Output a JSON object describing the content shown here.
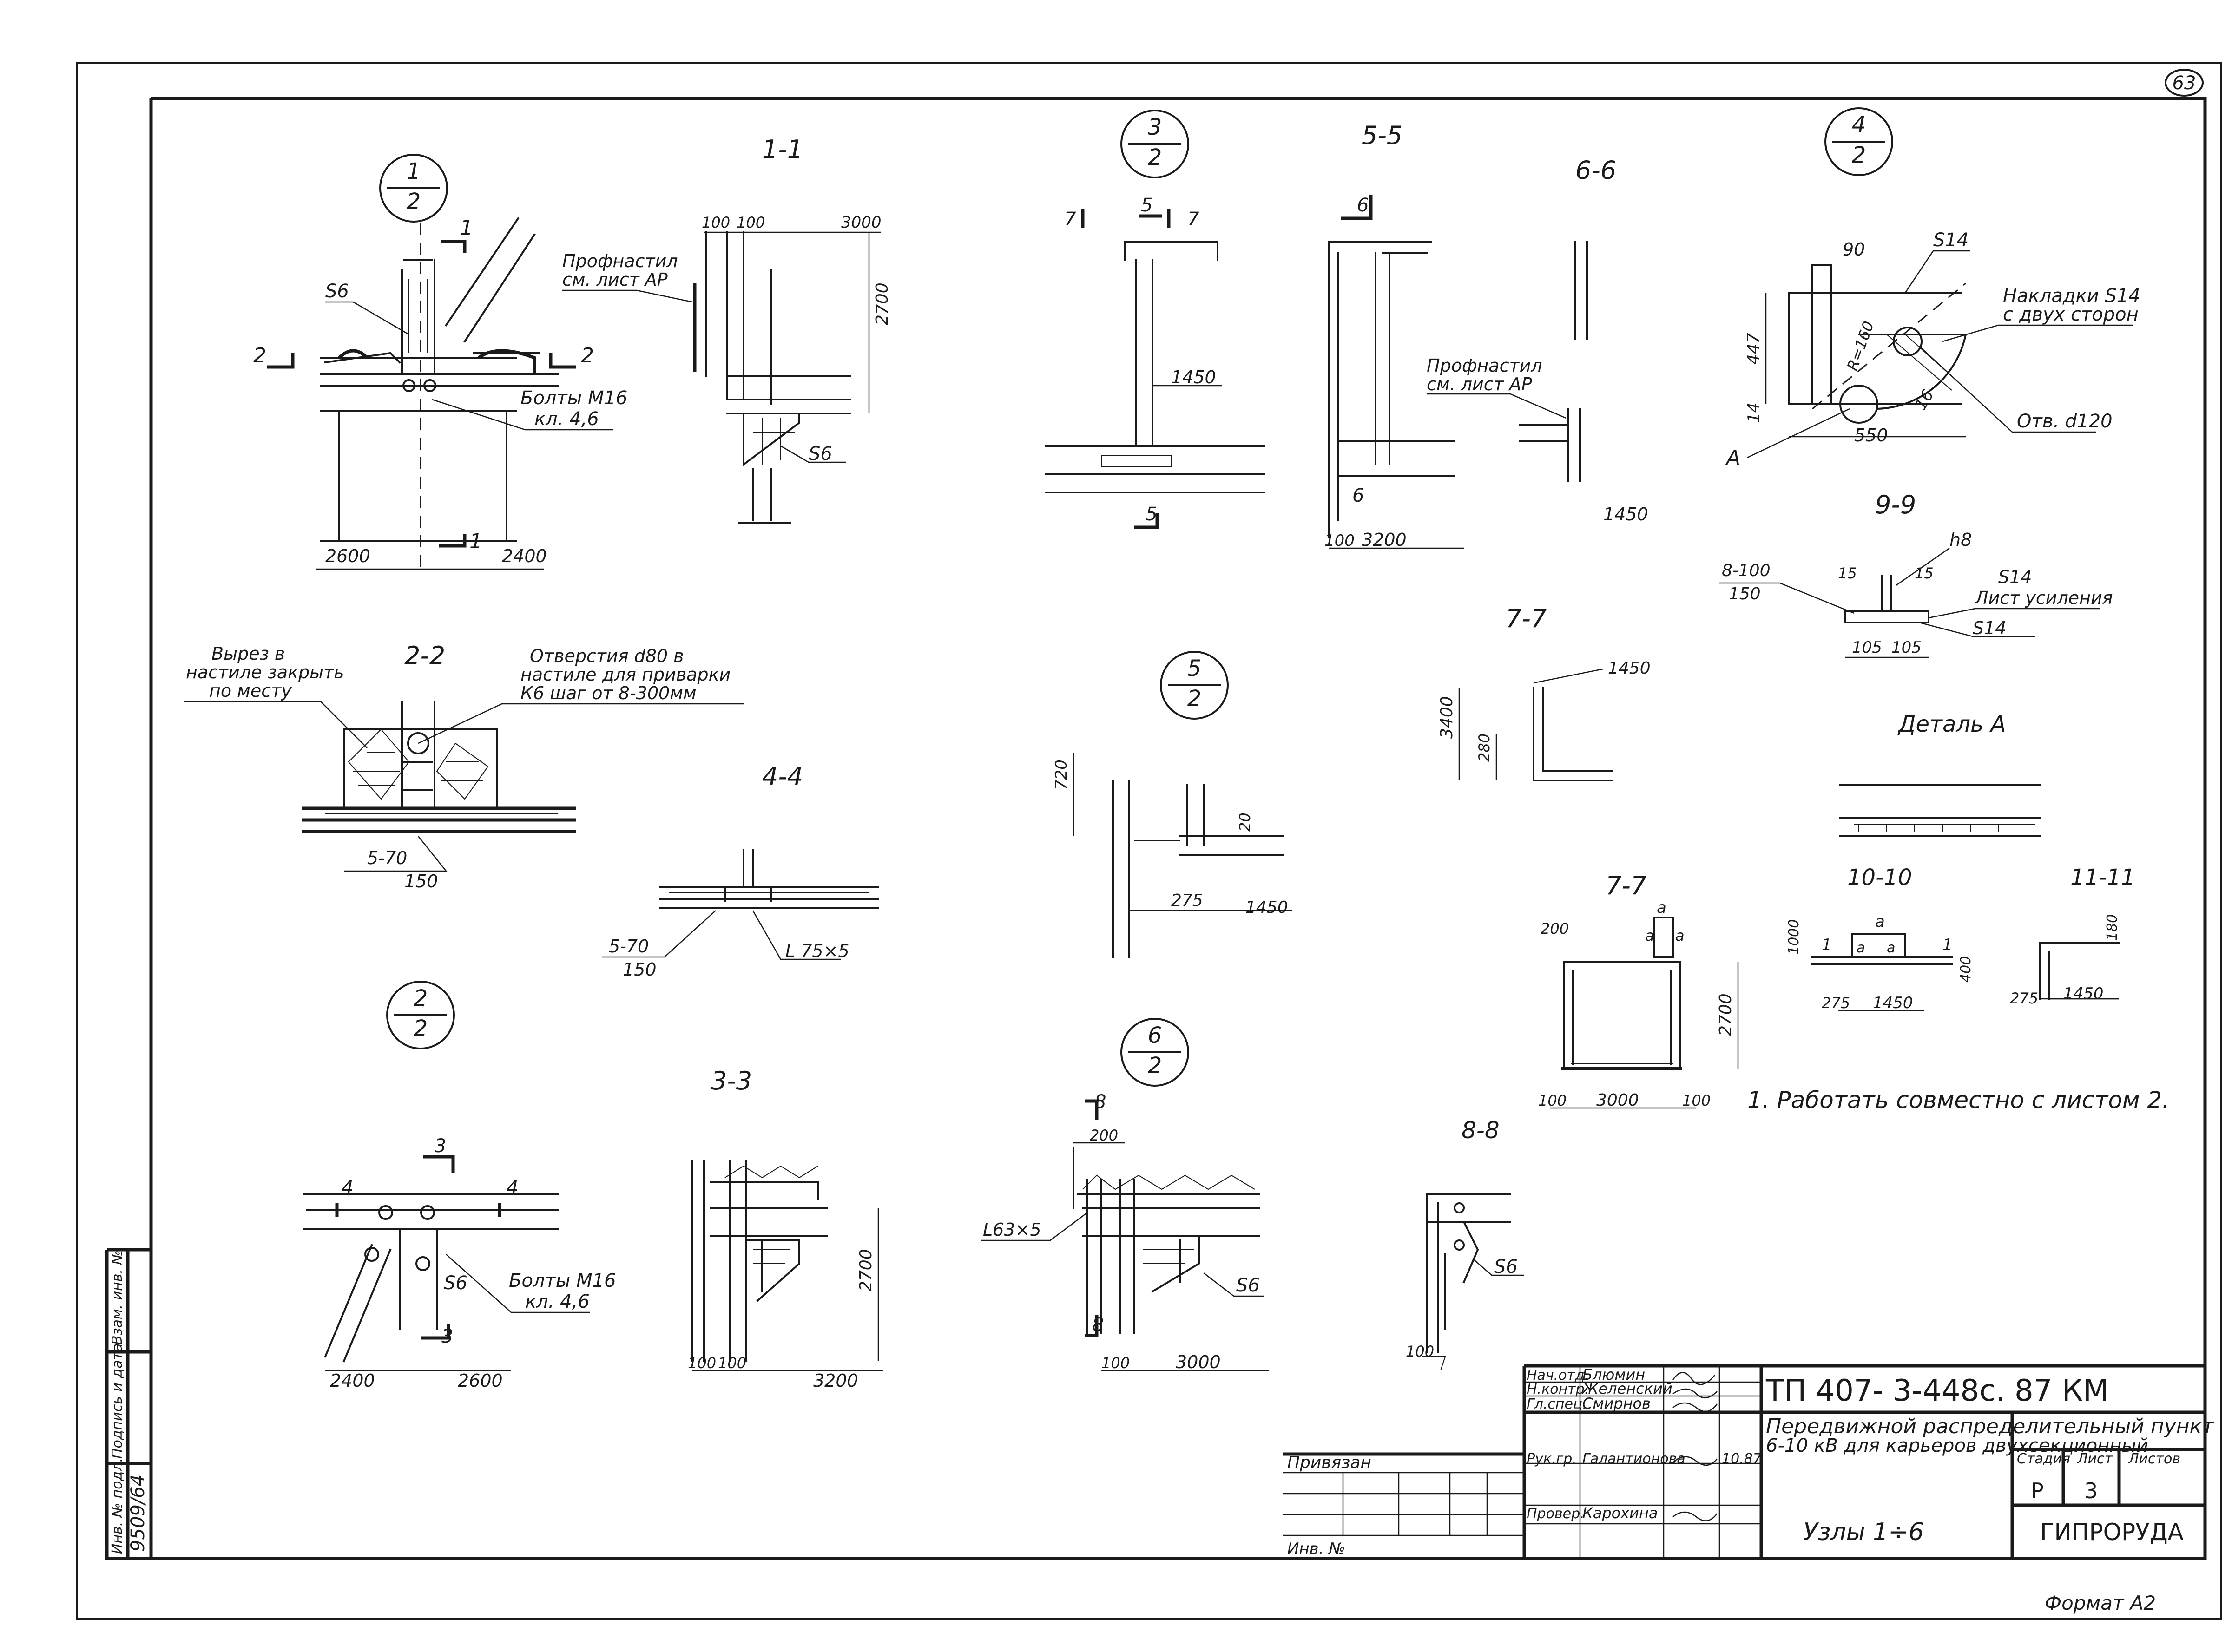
{
  "sheet_number": "63",
  "format": "Формат А2",
  "nodes": {
    "n1": {
      "num": "1",
      "den": "2"
    },
    "n2": {
      "num": "2",
      "den": "2"
    },
    "n3": {
      "num": "3",
      "den": "2"
    },
    "n4": {
      "num": "4",
      "den": "2"
    },
    "n5": {
      "num": "5",
      "den": "2"
    },
    "n6": {
      "num": "6",
      "den": "2"
    }
  },
  "sections": {
    "s11": "1-1",
    "s22": "2-2",
    "s33": "3-3",
    "s44": "4-4",
    "s55": "5-5",
    "s66": "6-6",
    "s77a": "7-7",
    "s77b": "7-7",
    "s88": "8-8",
    "s99": "9-9",
    "s1010": "10-10",
    "s1111": "11-11",
    "detailA": "Деталь А"
  },
  "labels": {
    "s6": "S6",
    "s14": "S14",
    "bolts_1": "Болты М16",
    "bolts_2": "кл. 4,6",
    "prof_1": "Профнастил",
    "prof_2": "см. лист АР",
    "cut_1": "Вырез в",
    "cut_2": "настиле закрыть",
    "cut_3": "по месту",
    "hole_1": "Отверстия d80 в",
    "hole_2": "настиле для приварки",
    "hole_3": "К6  шаг от 8-300мм",
    "nakl_1": "Накладки S14",
    "nakl_2": "с двух сторон",
    "otv": "Отв. d120",
    "liststr_1": "S14",
    "liststr_2": "Лист усиления",
    "h8": "h8",
    "angle75": "L 75×5",
    "angle63": "L63×5",
    "markA": "А",
    "a": "а",
    "r": "R=160",
    "note": "1. Работать совместно с листом 2."
  },
  "dims": {
    "d100": "100",
    "d3000": "3000",
    "d2700": "2700",
    "d2600": "2600",
    "d2400": "2400",
    "d1450": "1450",
    "d3200": "3200",
    "d447": "447",
    "d14": "14",
    "d90": "90",
    "d550": "550",
    "d16": "16",
    "d8_100": "8-100",
    "d150": "150",
    "d15": "15",
    "d105": "105",
    "d5_70": "5-70",
    "d720": "720",
    "d20": "20",
    "d275": "275",
    "d3400": "3400",
    "d280": "280",
    "d200": "200",
    "d1000": "1000",
    "d400": "400",
    "d180": "180"
  },
  "cutmarks": {
    "c1": "1",
    "c2": "2",
    "c3": "3",
    "c4": "4",
    "c5": "5",
    "c6": "6",
    "c7": "7",
    "c8": "8"
  },
  "left_stamp": {
    "inv_podl": "Инв. № подл.",
    "podp_data": "Подпись и дата",
    "vzam_inv": "Взам. инв. №",
    "inv_value": "9509/64"
  },
  "title_block": {
    "code": "ТП 407- 3-448с. 87  КМ",
    "title_1": "Передвижной распределительный пункт",
    "title_2": "6-10 кВ для карьеров двухсекционный",
    "sheet_title": "Узлы 1÷6",
    "org": "ГИПРОРУДА",
    "stage_hdr": "Стадия",
    "sheet_hdr": "Лист",
    "sheets_hdr": "Листов",
    "stage": "Р",
    "sheet": "3",
    "sheets": "",
    "privyazan": "Привязан",
    "inv_no": "Инв. №",
    "date": "10.87",
    "rows": [
      {
        "role": "Нач.отд.",
        "name": "Блюмин"
      },
      {
        "role": "Н.контр.",
        "name": "Желенский"
      },
      {
        "role": "Гл.спец.",
        "name": "Смирнов"
      },
      {
        "role": "Рук.гр.",
        "name": "Галантионова"
      },
      {
        "role": "Провер.",
        "name": "Карохина"
      }
    ]
  }
}
